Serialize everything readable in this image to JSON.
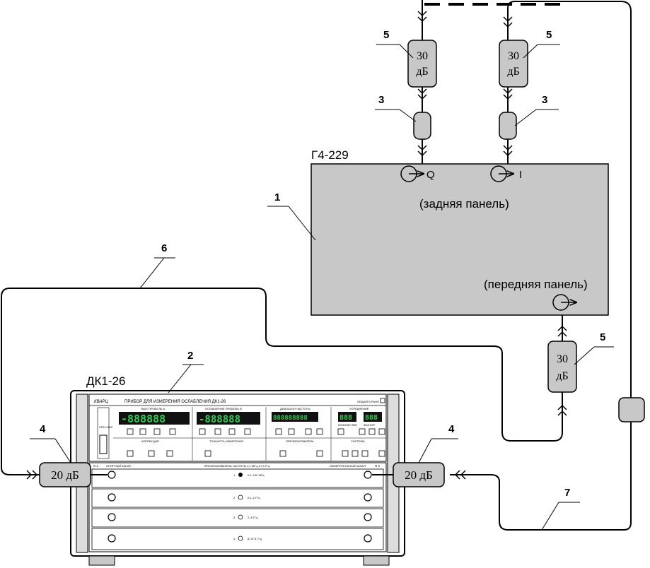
{
  "generator": {
    "model": "Г4-229",
    "rear_panel_label": "(задняя панель)",
    "front_panel_label": "(передняя панель)",
    "port_q_letter": "Q",
    "port_i_letter": "I"
  },
  "attenuators": {
    "att_30_value": "30",
    "att_30_unit": "дБ",
    "att_20_label": "20 дБ"
  },
  "callouts": {
    "c1": "1",
    "c2": "2",
    "c3a": "3",
    "c3b": "3",
    "c4a": "4",
    "c4b": "4",
    "c5a": "5",
    "c5b": "5",
    "c5c": "5",
    "c6": "6",
    "c7": "7"
  },
  "instrument": {
    "model": "ДК1-26",
    "brand": "КВАРЦ",
    "title": "ПРИБОР ДЛЯ ИЗМЕРЕНИЯ ОСЛАБЛЕНИЯ ДК1-26",
    "top_right_label": "ОБЩАЯ В РАНО",
    "display_a": "-888888",
    "display_b": "-888888",
    "display_freq": "888888888",
    "display_avg": "888",
    "display_factor": "888",
    "section_a": "ВЫХ ПРОБОЛЬ А",
    "section_b": "ОСЛАБЛЕНИЕ ПРОВОЛЬ В",
    "section_freq": "ДИАПАЗОН ЧАСТОТЫ",
    "section_avg": "УСРЕДНЕНИЕ",
    "sub_avg_left": "КОЛИЧЕСТВО",
    "sub_avg_right": "ФАКТОР",
    "section_corr": "КОРРЕКЦИЯ",
    "section_accuracy": "ТОЧНОСТЬ ИЗМЕРЕНИЯ",
    "section_converter": "ПРЕОБРАЗОВАТЕЛЬ",
    "section_system": "СИСТЕМА",
    "power_label": "СЕТЬ ВКЛ",
    "converter_header": "ПРЕОБРАЗОВАТЕЛЬ ЧАСТОТЫ 0,1 МГц–37,5 ГГц",
    "channel_ref": "ОПОРНЫЙ КАНАЛ",
    "channel_meas": "ИЗМЕРИТЕЛЬНЫЙ КАНАЛ",
    "port_a": "⊡ А",
    "port_b": "⊡ Б",
    "bands": [
      {
        "num": "1",
        "range": "0,1–100 МГц"
      },
      {
        "num": "2",
        "range": "0,1–2 ГГц"
      },
      {
        "num": "3",
        "range": "2–8 ГГц"
      },
      {
        "num": "4",
        "range": "8–37,5 ГГц"
      }
    ]
  }
}
